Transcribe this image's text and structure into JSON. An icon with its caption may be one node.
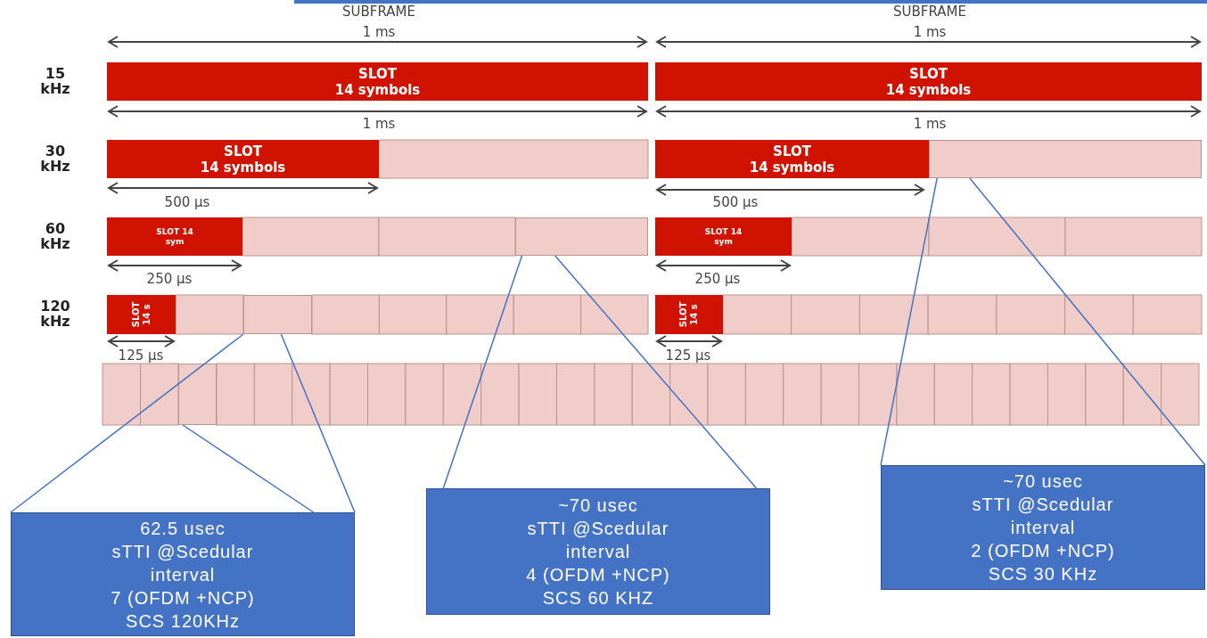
{
  "diagram": {
    "nodes": [
      {
        "text": [
          "SLOT",
          "14 symbols"
        ]
      },
      {
        "text": [
          "SLOT",
          "14 symbols"
        ]
      },
      {
        "text": [
          "SLOT",
          "14 symbols"
        ]
      },
      {
        "text": [
          "SLOT",
          "14 symbols"
        ]
      },
      {
        "text": [],
        "shape": "box"
      },
      {
        "text": [
          "SLOT 14 sym"
        ]
      },
      {
        "text": [],
        "shape": "box"
      },
      {
        "text": [
          "SLOT 14 sym"
        ]
      },
      {
        "text": [
          "SLOT 14 s"
        ]
      },
      {
        "text": [],
        "shape": "box"
      },
      {
        "text": [
          "SLOT 14 s"
        ]
      },
      {
        "text": [],
        "shape": "box"
      },
      {
        "text": [
          "62.5 usec",
          "sTTI @Scedular interval",
          "7 (OFDM +NCP)",
          "SCS 120KHz"
        ]
      },
      {
        "text": [
          "~70 usec",
          "sTTI @Scedular interval",
          "4 (OFDM +NCP)",
          "SCS 60 KHZ"
        ]
      },
      {
        "text": [
          "~70 usec",
          "sTTI @Scedular interval",
          "2 (OFDM +NCP)",
          "SCS 30 KHz"
        ]
      }
    ],
    "edges": [
      {
        "from": 12,
        "to": 9,
        "arrow": "none"
      },
      {
        "from": 12,
        "to": 9,
        "arrow": "none"
      },
      {
        "from": 12,
        "to": 11,
        "arrow": "none"
      },
      {
        "from": 13,
        "to": 6,
        "arrow": "none"
      },
      {
        "from": 13,
        "to": 6,
        "arrow": "none"
      },
      {
        "from": 14,
        "to": 4,
        "arrow": "none"
      },
      {
        "from": 14,
        "to": 4,
        "arrow": "none"
      }
    ],
    "labels": [
      "SUBFRAME",
      "SUBFRAME",
      "1 ms",
      "1 ms",
      "15 kHz",
      "1 ms",
      "1 ms",
      "30 kHz",
      "500 µs",
      "500 µs",
      "60 kHz",
      "250 µs",
      "250 µs",
      "120 kHz",
      "125 µs",
      "125 µs"
    ]
  }
}
